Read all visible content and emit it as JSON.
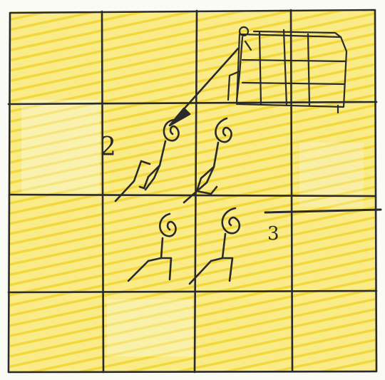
{
  "sketch": {
    "grid": {
      "rows": 4,
      "columns": 4
    },
    "highlight_color": "#f6dd2e",
    "ink_color": "#2a2a2a",
    "paper_color": "#fbfbf6",
    "labels": {
      "first": "2",
      "second": "3"
    },
    "figures": {
      "group_two_count": 2,
      "group_three_count": 2,
      "object": "cabinet-or-shelf"
    }
  }
}
